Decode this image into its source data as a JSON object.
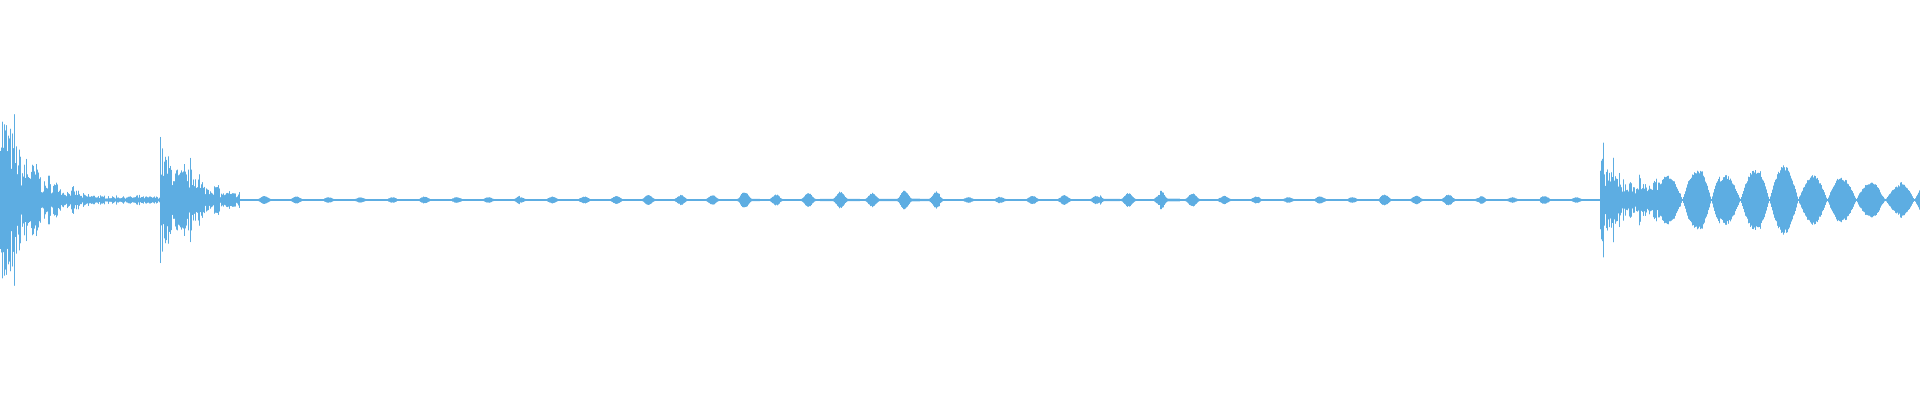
{
  "chart_data": {
    "type": "waveform",
    "color": "#5DADE2",
    "background": "#FFFFFF",
    "axes_visible": false,
    "grid": false,
    "amplitude_range": [
      -1,
      1
    ],
    "envelope": [
      0.8,
      0.3,
      0.15,
      0.08,
      0.04,
      0.03,
      0.03,
      0.03,
      0.45,
      0.25,
      0.12,
      0.06,
      0.03,
      0.03,
      0.025,
      0.025,
      0.02,
      0.02,
      0.02,
      0.02,
      0.02,
      0.025,
      0.02,
      0.025,
      0.02,
      0.03,
      0.02,
      0.025,
      0.03,
      0.025,
      0.03,
      0.03,
      0.035,
      0.03,
      0.04,
      0.035,
      0.05,
      0.06,
      0.04,
      0.03,
      0.05,
      0.06,
      0.06,
      0.05,
      0.06,
      0.07,
      0.06,
      0.04,
      0.02,
      0.025,
      0.02,
      0.03,
      0.04,
      0.035,
      0.03,
      0.06,
      0.05,
      0.04,
      0.07,
      0.05,
      0.04,
      0.03,
      0.025,
      0.02,
      0.02,
      0.03,
      0.025,
      0.02,
      0.03,
      0.04,
      0.03,
      0.03,
      0.04,
      0.02,
      0.03,
      0.02,
      0.02,
      0.03,
      0.02,
      0.02,
      0.36,
      0.15,
      0.15,
      0.2,
      0.25,
      0.28,
      0.2,
      0.25,
      0.28,
      0.28,
      0.2,
      0.2,
      0.18,
      0.15,
      0.12,
      0.15
    ]
  }
}
